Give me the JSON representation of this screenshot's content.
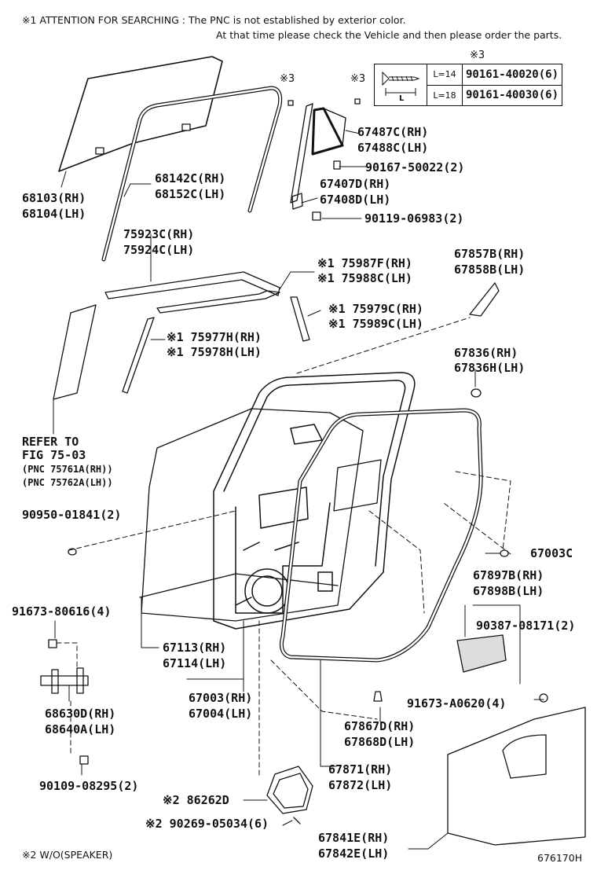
{
  "notes": {
    "attention_line1": "※1  ATTENTION FOR SEARCHING : The PNC is not established by exterior color.",
    "attention_line2": "At that time please check the Vehicle and then please order the parts.",
    "wo_speaker": "※2 W/O(SPEAKER)",
    "diagram_id": "676170H"
  },
  "screw_table": {
    "mark": "※3",
    "rows": [
      {
        "length": "L=14",
        "part": "90161-40020(6)"
      },
      {
        "length": "L=18",
        "part": "90161-40030(6)"
      }
    ],
    "dim_label": "L"
  },
  "marks": {
    "m3a": "※3",
    "m3b": "※3"
  },
  "labels": {
    "p68103": "68103(RH)",
    "p68104": "68104(LH)",
    "p68142": "68142C(RH)",
    "p68152": "68152C(LH)",
    "p67487": "67487C(RH)",
    "p67488": "67488C(LH)",
    "p90167": "90167-50022(2)",
    "p67407": "67407D(RH)",
    "p67408": "67408D(LH)",
    "p90119": "90119-06983(2)",
    "p75923": "75923C(RH)",
    "p75924": "75924C(LH)",
    "p75987": "※1 75987F(RH)",
    "p75988": "※1 75988C(LH)",
    "p67857": "67857B(RH)",
    "p67858": "67858B(LH)",
    "p75979": "※1 75979C(RH)",
    "p75989": "※1 75989C(LH)",
    "p75977": "※1 75977H(RH)",
    "p75978": "※1 75978H(LH)",
    "p67836": "67836(RH)",
    "p67836h": "67836H(LH)",
    "refer1": "REFER TO",
    "refer2": "FIG 75-03",
    "refer3": "(PNC 75761A(RH))",
    "refer4": "(PNC 75762A(LH))",
    "p90950": "90950-01841(2)",
    "p67003c": "67003C",
    "p67897": "67897B(RH)",
    "p67898": "67898B(LH)",
    "p90387": "90387-08171(2)",
    "p91673a": "91673-80616(4)",
    "p67113": "67113(RH)",
    "p67114": "67114(LH)",
    "p67003": "67003(RH)",
    "p67004": "67004(LH)",
    "p68630": "68630D(RH)",
    "p68640": "68640A(LH)",
    "p91673b": "91673-A0620(4)",
    "p67867": "67867D(RH)",
    "p67868": "67868D(LH)",
    "p90109": "90109-08295(2)",
    "p67871": "67871(RH)",
    "p67872": "67872(LH)",
    "p86262": "※2 86262D",
    "p90269": "※2 90269-05034(6)",
    "p67841": "67841E(RH)",
    "p67842": "67842E(LH)"
  }
}
